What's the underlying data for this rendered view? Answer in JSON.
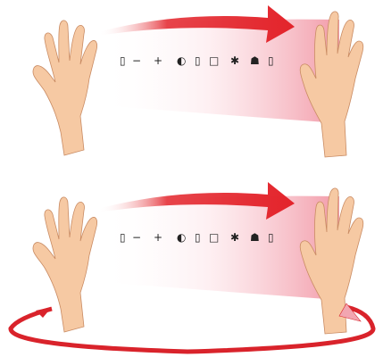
{
  "colors": {
    "skin": "#f6c9a3",
    "skin_shadow": "#e9a97f",
    "skin_outline": "#c98b63",
    "arrow_red": "#e3242b",
    "arrow_dark": "#b7181e",
    "band_pink": "#f29aa8",
    "ring_red": "#d9232b",
    "ring_pink": "#f2a6b1"
  },
  "panels": [
    {
      "id": "top",
      "gesture": "swipe-right",
      "glyphs": [
        "▯",
        "−",
        "+",
        "◐",
        "▯",
        "□",
        "✱",
        "☗",
        "▯"
      ],
      "has_rotation_ring": false
    },
    {
      "id": "bottom",
      "gesture": "swipe-right-with-rotation",
      "glyphs": [
        "▯",
        "−",
        "+",
        "◐",
        "▯",
        "□",
        "✱",
        "☗",
        "▯"
      ],
      "has_rotation_ring": true
    }
  ]
}
